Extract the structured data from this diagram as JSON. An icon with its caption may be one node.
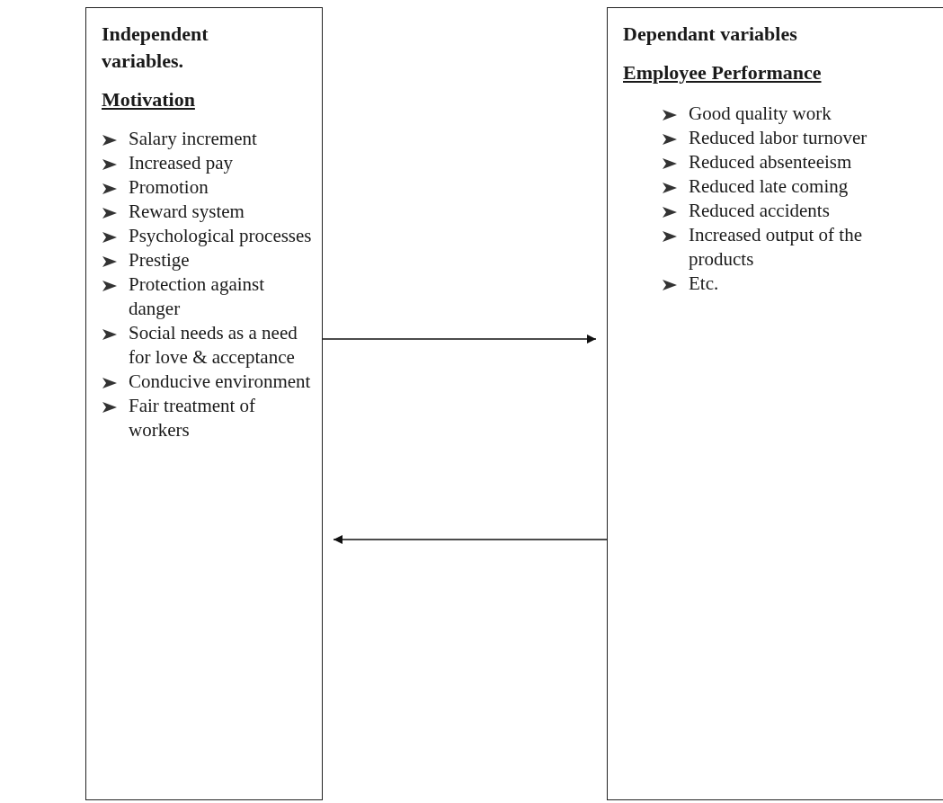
{
  "diagram": {
    "nodes": [
      {
        "text": [
          "Independent variables.",
          "Motivation",
          "Salary increment",
          "Increased pay",
          "Promotion",
          "Reward system",
          "Psychological processes",
          "Prestige",
          "Protection against danger",
          "Social needs as a need for love & acceptance",
          "Conducive environment",
          "Fair treatment of workers"
        ]
      },
      {
        "text": [
          "Dependant variables",
          "Employee Performance",
          "Good quality work",
          "Reduced labor turnover",
          "Reduced absenteeism",
          "Reduced late coming",
          "Reduced accidents",
          "Increased output of the products",
          "Etc."
        ]
      }
    ],
    "edges": [
      {
        "from": 0,
        "to": 1,
        "arrow": "to"
      },
      {
        "from": 1,
        "to": 0,
        "arrow": "to"
      }
    ]
  }
}
